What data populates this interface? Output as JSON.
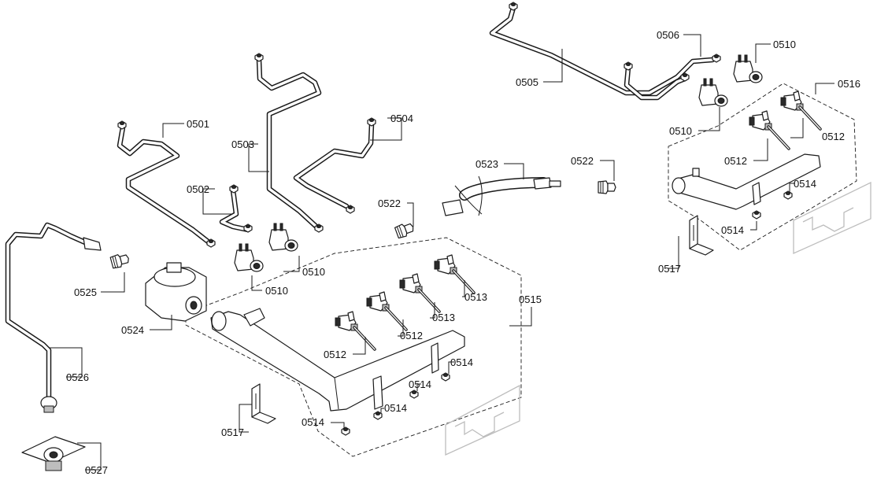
{
  "diagram": {
    "labels": {
      "p0501": "0501",
      "p0502": "0502",
      "p0503": "0503",
      "p0504": "0504",
      "p0505": "0505",
      "p0506": "0506",
      "p0510_top": "0510",
      "p0510_right": "0510",
      "p0510_left_a": "0510",
      "p0510_left_b": "0510",
      "p0512_right_a": "0512",
      "p0512_right_b": "0512",
      "p0512_left_a": "0512",
      "p0512_left_b": "0512",
      "p0513_a": "0513",
      "p0513_b": "0513",
      "p0514_right_a": "0514",
      "p0514_right_b": "0514",
      "p0514_left_a": "0514",
      "p0514_left_b": "0514",
      "p0514_left_c": "0514",
      "p0514_left_d": "0514",
      "p0515": "0515",
      "p0516": "0516",
      "p0517_right": "0517",
      "p0517_left": "0517",
      "p0522_left": "0522",
      "p0522_right": "0522",
      "p0523": "0523",
      "p0524": "0524",
      "p0525": "0525",
      "p0526": "0526",
      "p0527": "0527"
    }
  }
}
